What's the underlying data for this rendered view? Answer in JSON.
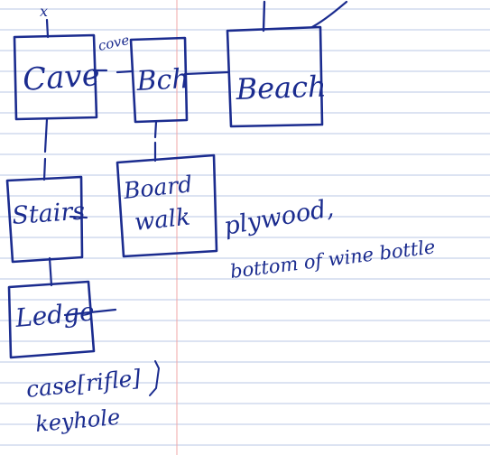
{
  "colors": {
    "paper": "#ffffff",
    "rule_line": "#b9c7e6",
    "margin_line": "#f1a7a7",
    "ink": "#1b2c8f"
  },
  "nodes": {
    "cave": "Cave",
    "bch": "Bch",
    "beach": "Beach",
    "stairs": "Stairs",
    "ledge": "Ledge",
    "boardwalk_line1": "Board",
    "boardwalk_line2": "walk"
  },
  "labels": {
    "edge_cave_bch": "cove",
    "top_mark": "x"
  },
  "notes": {
    "plywood_line1": "plywood,",
    "plywood_line2": "bottom of wine bottle",
    "ledge_line1": "case[rifle]",
    "ledge_line2": "keyhole"
  }
}
